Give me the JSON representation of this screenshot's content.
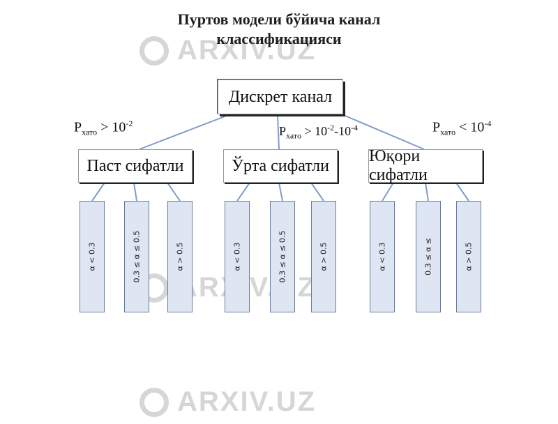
{
  "title": {
    "line1": "Пуртов модели бўйича канал",
    "line2": "классификацияси"
  },
  "watermark": "ARXIV.UZ",
  "root": {
    "label": "Дискрет канал"
  },
  "conditions": {
    "left": {
      "p": "P",
      "sub": "хато",
      "rel": " > 10",
      "sup": "-2"
    },
    "middle": {
      "p": "P",
      "sub": "хато",
      "rel": " > 10",
      "sup": "-2",
      "mid": "-10",
      "sup2": "-4"
    },
    "right": {
      "p": "P",
      "sub": "хато",
      "rel": " < 10",
      "sup": "-4"
    }
  },
  "categories": [
    {
      "label": "Паст сифатли"
    },
    {
      "label": "Ўрта сифатли"
    },
    {
      "label": "Юқори сифатли"
    }
  ],
  "leaves": [
    {
      "label": "α < 0.3"
    },
    {
      "label": "0.3 ≤ α ≤ 0.5"
    },
    {
      "label": "α > 0.5"
    },
    {
      "label": "α < 0.3"
    },
    {
      "label": "0.3 ≤ α ≤ 0.5"
    },
    {
      "label": "α > 0.5"
    },
    {
      "label": "α < 0.3"
    },
    {
      "label": "0.3 ≤ α ≤"
    },
    {
      "label": "α > 0.5"
    }
  ],
  "colors": {
    "connector": "#7f9ec6",
    "leaf_fill": "#dfe6f3",
    "leaf_border": "#6b7a99"
  }
}
